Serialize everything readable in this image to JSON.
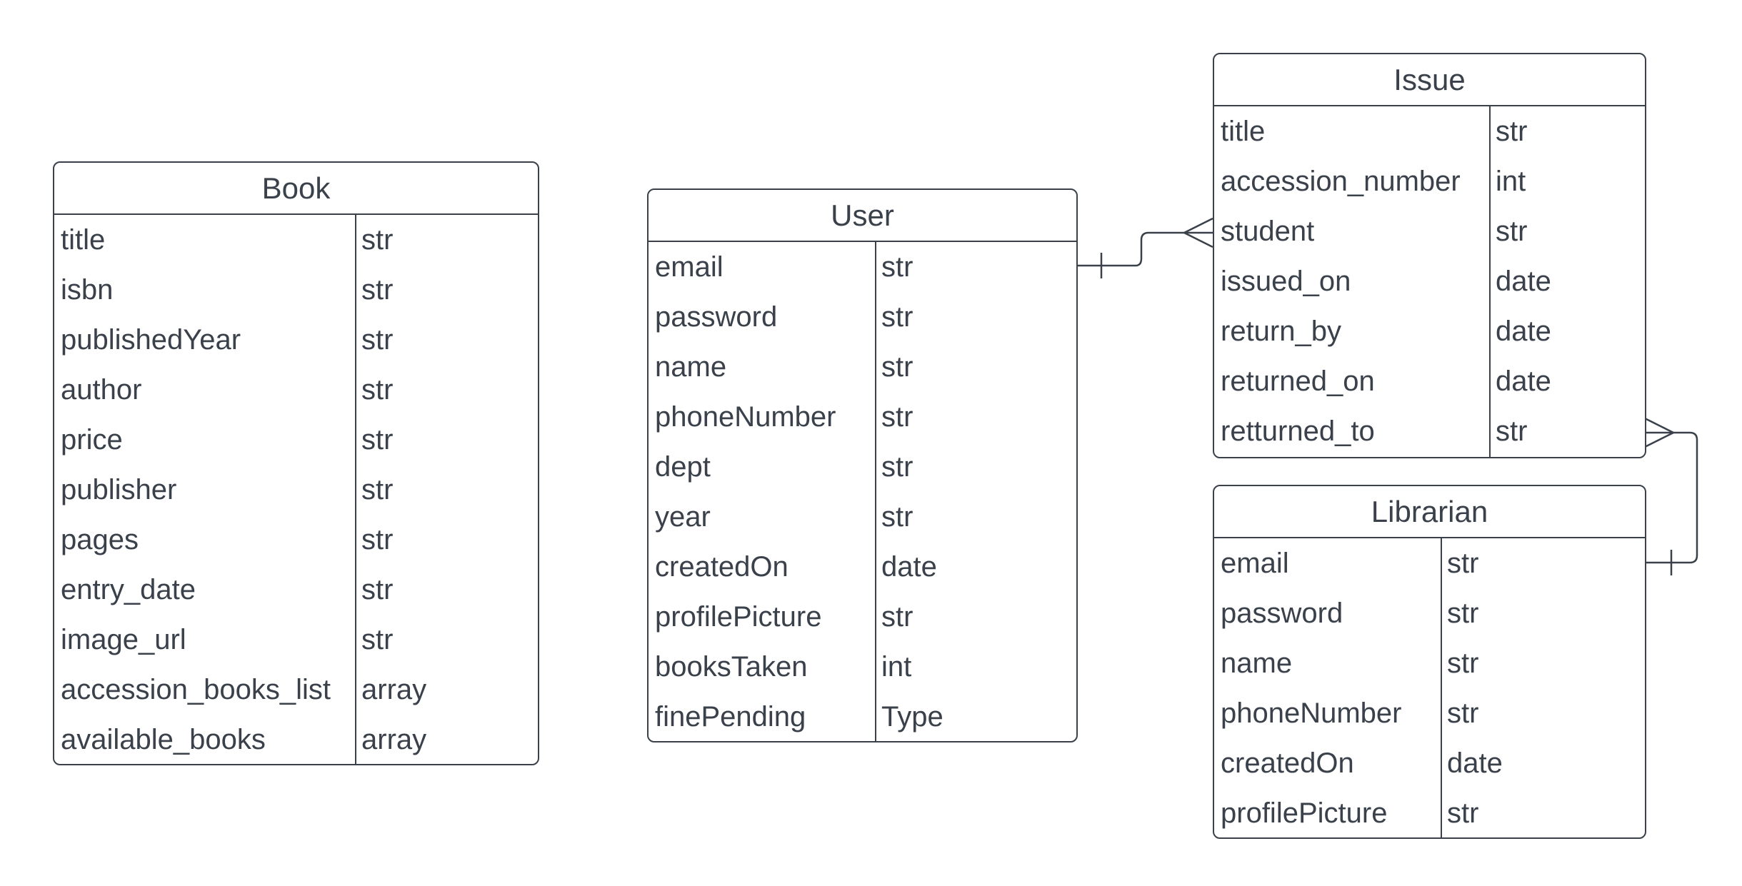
{
  "entities": {
    "book": {
      "name": "Book",
      "attributes": [
        {
          "name": "title",
          "type": "str"
        },
        {
          "name": "isbn",
          "type": "str"
        },
        {
          "name": "publishedYear",
          "type": "str"
        },
        {
          "name": "author",
          "type": "str"
        },
        {
          "name": "price",
          "type": "str"
        },
        {
          "name": "publisher",
          "type": "str"
        },
        {
          "name": "pages",
          "type": "str"
        },
        {
          "name": "entry_date",
          "type": "str"
        },
        {
          "name": "image_url",
          "type": "str"
        },
        {
          "name": "accession_books_list",
          "type": "array"
        },
        {
          "name": "available_books",
          "type": "array"
        }
      ]
    },
    "user": {
      "name": "User",
      "attributes": [
        {
          "name": "email",
          "type": "str"
        },
        {
          "name": "password",
          "type": "str"
        },
        {
          "name": "name",
          "type": "str"
        },
        {
          "name": "phoneNumber",
          "type": "str"
        },
        {
          "name": "dept",
          "type": "str"
        },
        {
          "name": "year",
          "type": "str"
        },
        {
          "name": "createdOn",
          "type": "date"
        },
        {
          "name": "profilePicture",
          "type": "str"
        },
        {
          "name": "booksTaken",
          "type": "int"
        },
        {
          "name": "finePending",
          "type": "Type"
        }
      ]
    },
    "issue": {
      "name": "Issue",
      "attributes": [
        {
          "name": "title",
          "type": "str"
        },
        {
          "name": "accession_number",
          "type": "int"
        },
        {
          "name": "student",
          "type": "str"
        },
        {
          "name": "issued_on",
          "type": "date"
        },
        {
          "name": "return_by",
          "type": "date"
        },
        {
          "name": "returned_on",
          "type": "date"
        },
        {
          "name": "retturned_to",
          "type": "str"
        }
      ]
    },
    "librarian": {
      "name": "Librarian",
      "attributes": [
        {
          "name": "email",
          "type": "str"
        },
        {
          "name": "password",
          "type": "str"
        },
        {
          "name": "name",
          "type": "str"
        },
        {
          "name": "phoneNumber",
          "type": "str"
        },
        {
          "name": "createdOn",
          "type": "date"
        },
        {
          "name": "profilePicture",
          "type": "str"
        }
      ]
    }
  },
  "relationships": [
    {
      "from": "user.email",
      "from_cardinality": "one",
      "to": "issue.student",
      "to_cardinality": "many"
    },
    {
      "from": "librarian.email",
      "from_cardinality": "one",
      "to": "issue.retturned_to",
      "to_cardinality": "many"
    }
  ]
}
